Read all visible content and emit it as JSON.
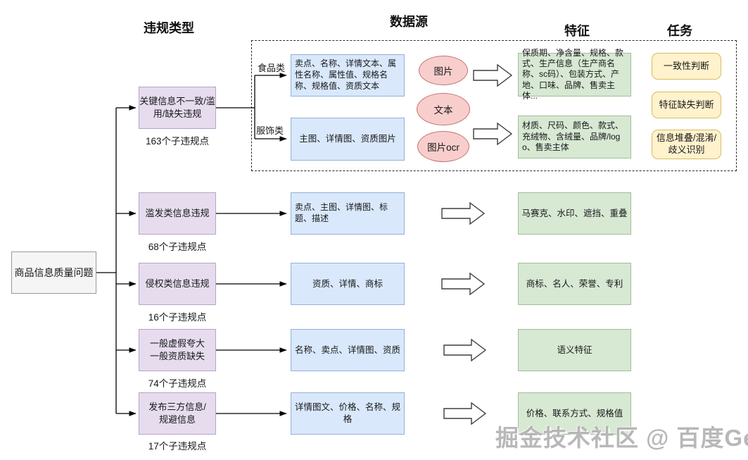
{
  "headers": {
    "violation_type": "违规类型",
    "data_source": "数据源",
    "feature": "特征",
    "task": "任务"
  },
  "root": {
    "label": "商品信息质量问题"
  },
  "violations": [
    {
      "label": "关键信息不一致/滥用/缺失违规",
      "count": "163个子违规点"
    },
    {
      "label": "滥发类信息违规",
      "count": "68个子违规点"
    },
    {
      "label": "侵权类信息违规",
      "count": "16个子违规点"
    },
    {
      "label": "一般虚假夸大\n一般资质缺失",
      "count": "74个子违规点"
    },
    {
      "label": "发布三方信息/\n规避信息",
      "count": "17个子违规点"
    }
  ],
  "branch_labels": {
    "food": "食品类",
    "clothing": "服饰类"
  },
  "data_sources": [
    "卖点、名称、详情文本、属性名称、属性值、规格名称、规格值、资质文本",
    "主图、详情图、资质图片",
    "卖点、主图、详情图、标题、描述",
    "资质、详情、商标",
    "名称、卖点、详情图、资质",
    "详情图文、价格、名称、规格"
  ],
  "modalities": [
    "图片",
    "文本",
    "图片ocr"
  ],
  "features": [
    "保质期、净含量、规格、款式、生产信息（生产商名称、sc码）、包装方式、产地、口味、品牌、售卖主体...",
    "材质、尺码、颜色、款式、充绒物、含绒量、品牌/logo、售卖主体",
    "马赛克、水印、遮挡、重叠",
    "商标、名人、荣誉、专利",
    "语义特征",
    "价格、联系方式、规格值"
  ],
  "tasks": [
    "一致性判断",
    "特征缺失判断",
    "信息堆叠/混淆/歧义识别"
  ],
  "watermark": "掘金技术社区 @ 百度Geek说",
  "colors": {
    "violation_fill": "#e6dcee",
    "violation_border": "#b6a3c9",
    "source_fill": "#d9e8fb",
    "source_border": "#93b1d9",
    "feature_fill": "#d7e8d3",
    "feature_border": "#9fbf97",
    "task_fill": "#fff2cc",
    "task_border": "#d9bb5e",
    "modality_fill": "#f8cecc",
    "modality_border": "#c27573",
    "root_fill": "#f5f5f5",
    "root_border": "#9a9a9a",
    "connector": "#000000"
  }
}
